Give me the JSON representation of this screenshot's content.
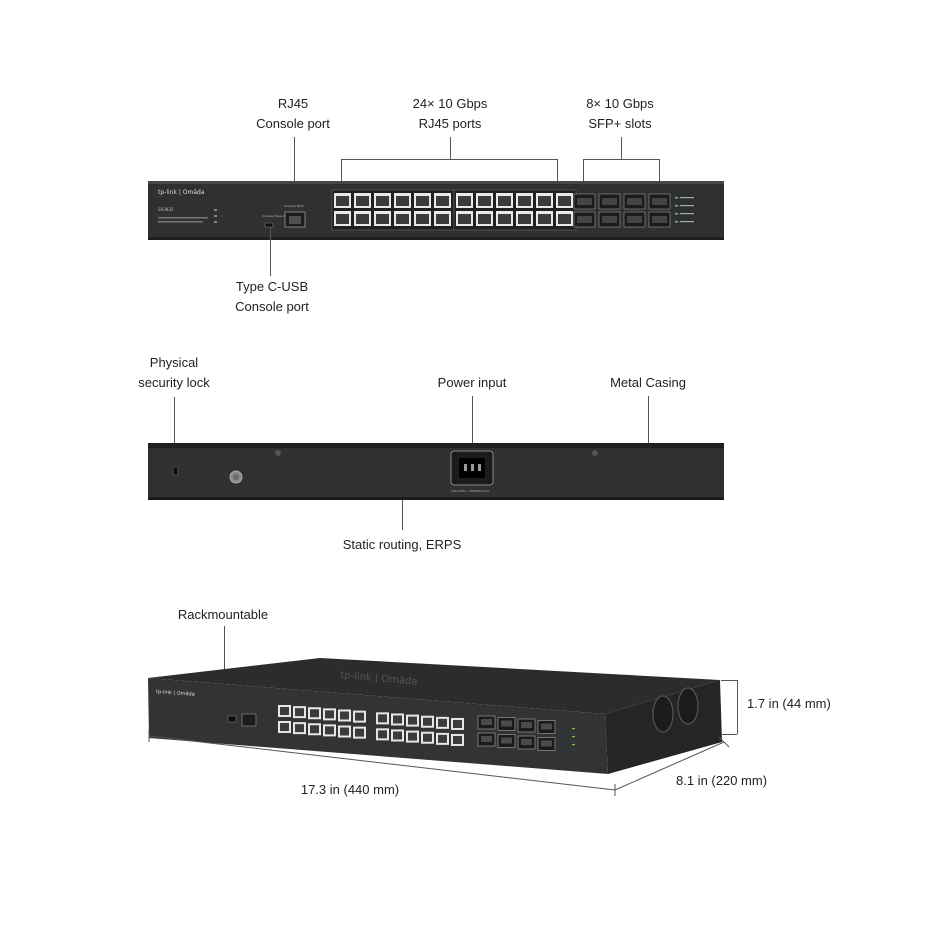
{
  "front_view": {
    "labels": {
      "rj45_console": [
        "RJ45",
        "Console port"
      ],
      "rj45_ports": [
        "24× 10 Gbps",
        "RJ45 ports"
      ],
      "sfp_slots": [
        "8× 10 Gbps",
        "SFP+ slots"
      ],
      "usb_console": [
        "Type C-USB",
        "Console port"
      ]
    },
    "brand": "tp-link | Omāda",
    "model": "SX3832",
    "console_caption": "Console RJ45",
    "usbc_caption": "Console Type-C"
  },
  "rear_view": {
    "labels": {
      "security_lock": [
        "Physical",
        "security lock"
      ],
      "power_input": "Power input",
      "metal_casing": "Metal Casing",
      "static_routing": "Static routing, ERPS"
    },
    "power_rating": "100-240V~ 50/60Hz 0.5A"
  },
  "perspective_view": {
    "labels": {
      "rackmountable": "Rackmountable",
      "height": "1.7 in (44 mm)",
      "width": "17.3  in (440 mm)",
      "depth": "8.1  in (220 mm)"
    },
    "brand": "tp-link | Omāda"
  },
  "colors": {
    "chassis": "#2f3032",
    "chassis_dark": "#1f2022",
    "port": "#5a5c5e",
    "line": "#555555"
  }
}
